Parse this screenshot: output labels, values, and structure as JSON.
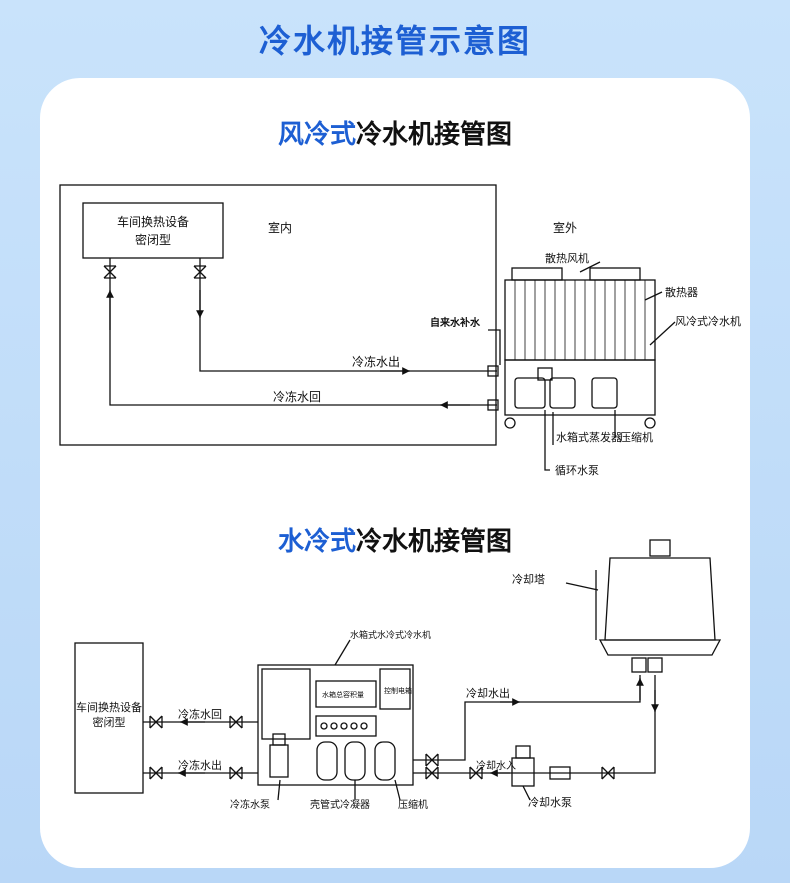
{
  "page_title": "冷水机接管示意图",
  "air_cooled": {
    "title_accent": "风冷式",
    "title_rest": "冷水机接管图",
    "equipment_line1": "车间换热设备",
    "equipment_line2": "密闭型",
    "indoor": "室内",
    "outdoor": "室外",
    "chilled_out": "冷冻水出",
    "chilled_return": "冷冻水回",
    "makeup_water": "自来水补水",
    "fan": "散热风机",
    "radiator": "散热器",
    "unit": "风冷式冷水机",
    "evaporator": "水箱式蒸发器",
    "compressor": "压缩机",
    "pump": "循环水泵"
  },
  "water_cooled": {
    "title_accent": "水冷式",
    "title_rest": "冷水机接管图",
    "equipment_line1": "车间换热设备",
    "equipment_line2": "密闭型",
    "unit": "水箱式水冷式冷水机",
    "chilled_return": "冷冻水回",
    "chilled_out": "冷冻水出",
    "panel": "水箱总容积量",
    "control": "控制电箱",
    "chilled_pump": "冷冻水泵",
    "condenser": "壳管式冷凝器",
    "compressor": "压缩机",
    "cooling_tower": "冷却塔",
    "cooling_out": "冷却水出",
    "cooling_in": "冷却水入",
    "cooling_pump": "冷却水泵"
  }
}
